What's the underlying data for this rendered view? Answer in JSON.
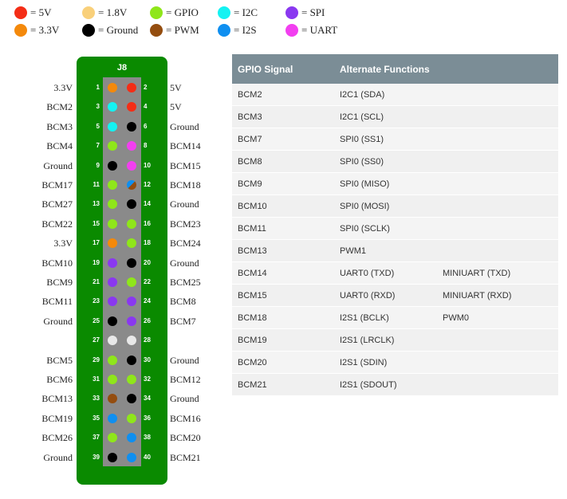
{
  "legend": [
    {
      "label": "= 5V",
      "color": "#f42d16"
    },
    {
      "label": "= 3.3V",
      "color": "#f4890b"
    },
    {
      "label": "= 1.8V",
      "color": "#f9d07a"
    },
    {
      "label": "= Ground",
      "color": "#000000"
    },
    {
      "label": "= GPIO",
      "color": "#8fe61a"
    },
    {
      "label": "= PWM",
      "color": "#944d0f"
    },
    {
      "label": "= I2C",
      "color": "#14f2f2"
    },
    {
      "label": "= I2S",
      "color": "#0f8ff0"
    },
    {
      "label": "= SPI",
      "color": "#8a38f0"
    },
    {
      "label": "= UART",
      "color": "#f23ff0"
    }
  ],
  "colors": {
    "5V": "#f42d16",
    "3.3V": "#f4890b",
    "Ground": "#000000",
    "GPIO": "#8fe61a",
    "PWM": "#944d0f",
    "I2C": "#14f2f2",
    "I2S": "#0f8ff0",
    "SPI": "#8a38f0",
    "UART": "#f23ff0",
    "EEPROM": "#e8e8e8",
    "board": "#0a8a00",
    "strip": "#8a8a8a"
  },
  "header": {
    "title": "J8",
    "rows": [
      {
        "left": {
          "num": "1",
          "label": "3.3V",
          "type": "3.3V"
        },
        "right": {
          "num": "2",
          "label": "5V",
          "type": "5V"
        }
      },
      {
        "left": {
          "num": "3",
          "label": "BCM2",
          "type": "I2C"
        },
        "right": {
          "num": "4",
          "label": "5V",
          "type": "5V"
        }
      },
      {
        "left": {
          "num": "5",
          "label": "BCM3",
          "type": "I2C"
        },
        "right": {
          "num": "6",
          "label": "Ground",
          "type": "Ground"
        }
      },
      {
        "left": {
          "num": "7",
          "label": "BCM4",
          "type": "GPIO"
        },
        "right": {
          "num": "8",
          "label": "BCM14",
          "type": "UART"
        }
      },
      {
        "left": {
          "num": "9",
          "label": "Ground",
          "type": "Ground"
        },
        "right": {
          "num": "10",
          "label": "BCM15",
          "type": "UART"
        }
      },
      {
        "left": {
          "num": "11",
          "label": "BCM17",
          "type": "GPIO"
        },
        "right": {
          "num": "12",
          "label": "BCM18",
          "type": "PWM/I2S"
        }
      },
      {
        "left": {
          "num": "13",
          "label": "BCM27",
          "type": "GPIO"
        },
        "right": {
          "num": "14",
          "label": "Ground",
          "type": "Ground"
        }
      },
      {
        "left": {
          "num": "15",
          "label": "BCM22",
          "type": "GPIO"
        },
        "right": {
          "num": "16",
          "label": "BCM23",
          "type": "GPIO"
        }
      },
      {
        "left": {
          "num": "17",
          "label": "3.3V",
          "type": "3.3V"
        },
        "right": {
          "num": "18",
          "label": "BCM24",
          "type": "GPIO"
        }
      },
      {
        "left": {
          "num": "19",
          "label": "BCM10",
          "type": "SPI"
        },
        "right": {
          "num": "20",
          "label": "Ground",
          "type": "Ground"
        }
      },
      {
        "left": {
          "num": "21",
          "label": "BCM9",
          "type": "SPI"
        },
        "right": {
          "num": "22",
          "label": "BCM25",
          "type": "GPIO"
        }
      },
      {
        "left": {
          "num": "23",
          "label": "BCM11",
          "type": "SPI"
        },
        "right": {
          "num": "24",
          "label": "BCM8",
          "type": "SPI"
        }
      },
      {
        "left": {
          "num": "25",
          "label": "Ground",
          "type": "Ground"
        },
        "right": {
          "num": "26",
          "label": "BCM7",
          "type": "SPI"
        }
      },
      {
        "left": {
          "num": "27",
          "label": "",
          "type": "EEPROM"
        },
        "right": {
          "num": "28",
          "label": "",
          "type": "EEPROM"
        }
      },
      {
        "left": {
          "num": "29",
          "label": "BCM5",
          "type": "GPIO"
        },
        "right": {
          "num": "30",
          "label": "Ground",
          "type": "Ground"
        }
      },
      {
        "left": {
          "num": "31",
          "label": "BCM6",
          "type": "GPIO"
        },
        "right": {
          "num": "32",
          "label": "BCM12",
          "type": "GPIO"
        }
      },
      {
        "left": {
          "num": "33",
          "label": "BCM13",
          "type": "PWM"
        },
        "right": {
          "num": "34",
          "label": "Ground",
          "type": "Ground"
        }
      },
      {
        "left": {
          "num": "35",
          "label": "BCM19",
          "type": "I2S"
        },
        "right": {
          "num": "36",
          "label": "BCM16",
          "type": "GPIO"
        }
      },
      {
        "left": {
          "num": "37",
          "label": "BCM26",
          "type": "GPIO"
        },
        "right": {
          "num": "38",
          "label": "BCM20",
          "type": "I2S"
        }
      },
      {
        "left": {
          "num": "39",
          "label": "Ground",
          "type": "Ground"
        },
        "right": {
          "num": "40",
          "label": "BCM21",
          "type": "I2S"
        }
      }
    ]
  },
  "table": {
    "headers": [
      "GPIO Signal",
      "Alternate Functions",
      ""
    ],
    "rows": [
      [
        "BCM2",
        "I2C1 (SDA)",
        ""
      ],
      [
        "BCM3",
        "I2C1 (SCL)",
        ""
      ],
      [
        "BCM7",
        "SPI0 (SS1)",
        ""
      ],
      [
        "BCM8",
        "SPI0 (SS0)",
        ""
      ],
      [
        "BCM9",
        "SPI0 (MISO)",
        ""
      ],
      [
        "BCM10",
        "SPI0 (MOSI)",
        ""
      ],
      [
        "BCM11",
        "SPI0 (SCLK)",
        ""
      ],
      [
        "BCM13",
        "PWM1",
        ""
      ],
      [
        "BCM14",
        "UART0 (TXD)",
        "MINIUART (TXD)"
      ],
      [
        "BCM15",
        "UART0 (RXD)",
        "MINIUART (RXD)"
      ],
      [
        "BCM18",
        "I2S1 (BCLK)",
        "PWM0"
      ],
      [
        "BCM19",
        "I2S1 (LRCLK)",
        ""
      ],
      [
        "BCM20",
        "I2S1 (SDIN)",
        ""
      ],
      [
        "BCM21",
        "I2S1 (SDOUT)",
        ""
      ]
    ]
  }
}
